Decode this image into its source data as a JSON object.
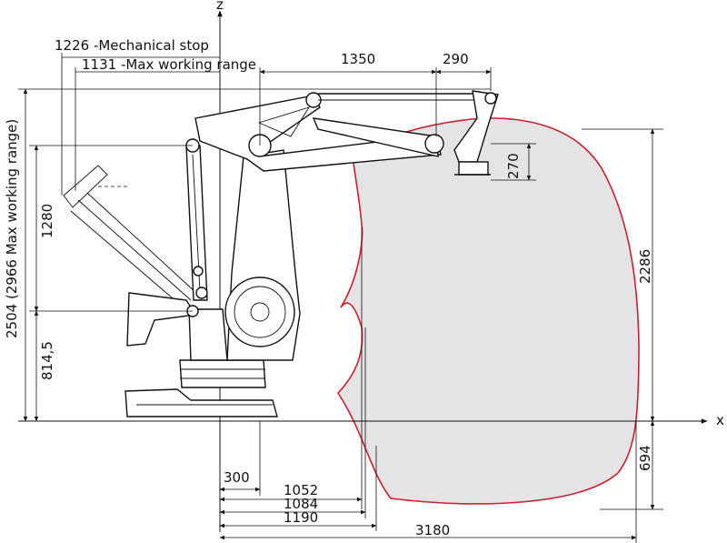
{
  "axes": {
    "z": "z",
    "x": "x"
  },
  "top_labels": {
    "mech_stop": "1226 -Mechanical stop",
    "max_range": "1131 -Max working range",
    "d1350": "1350",
    "d290": "290"
  },
  "left_labels": {
    "d2504": "2504 (2966 Max working range)",
    "d1280": "1280",
    "d8145": "814,5"
  },
  "right_labels": {
    "d270": "270",
    "d2286": "2286",
    "d694": "694"
  },
  "bottom_labels": {
    "d300": "300",
    "d1052": "1052",
    "d1084": "1084",
    "d1190": "1190",
    "d3180": "3180"
  },
  "colors": {
    "envelope_stroke": "#cc1f2d",
    "envelope_fill": "#e4e4e6",
    "line": "#111111"
  }
}
